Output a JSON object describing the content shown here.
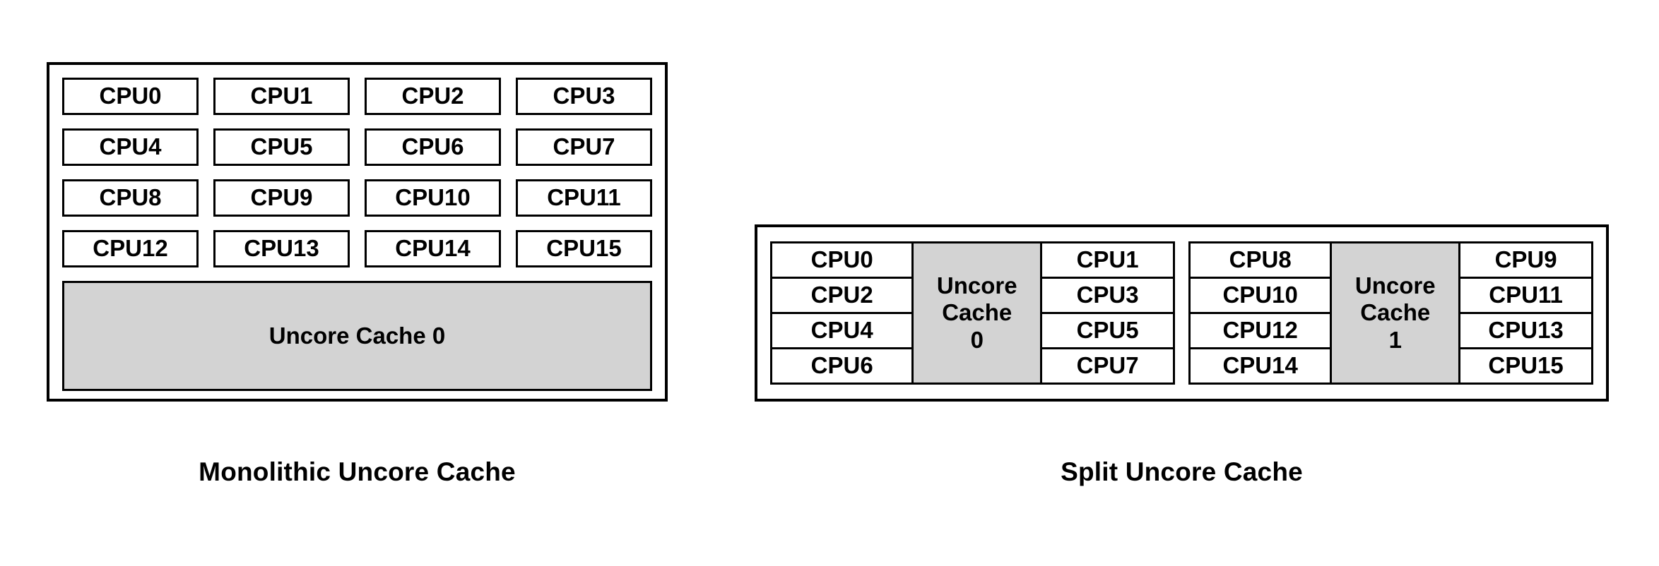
{
  "figures": [
    {
      "id": "monolithic",
      "caption": "Monolithic Uncore Cache",
      "cpu_grid_rows": [
        [
          "CPU0",
          "CPU1",
          "CPU2",
          "CPU3"
        ],
        [
          "CPU4",
          "CPU5",
          "CPU6",
          "CPU7"
        ],
        [
          "CPU8",
          "CPU9",
          "CPU10",
          "CPU11"
        ],
        [
          "CPU12",
          "CPU13",
          "CPU14",
          "CPU15"
        ]
      ],
      "cache": {
        "label": "Uncore Cache 0",
        "fill": "#d3d3d3"
      }
    },
    {
      "id": "split",
      "caption": "Split Uncore Cache",
      "groups": [
        {
          "left_column": [
            "CPU0",
            "CPU2",
            "CPU4",
            "CPU6"
          ],
          "cache": {
            "label": "Uncore\nCache\n0",
            "fill": "#d3d3d3"
          },
          "right_column": [
            "CPU1",
            "CPU3",
            "CPU5",
            "CPU7"
          ]
        },
        {
          "left_column": [
            "CPU8",
            "CPU10",
            "CPU12",
            "CPU14"
          ],
          "cache": {
            "label": "Uncore\nCache\n1",
            "fill": "#d3d3d3"
          },
          "right_column": [
            "CPU9",
            "CPU11",
            "CPU13",
            "CPU15"
          ]
        }
      ]
    }
  ],
  "style": {
    "background": "#ffffff",
    "stroke": "#000000",
    "cache_fill": "#d3d3d3",
    "text_color": "#000000"
  }
}
